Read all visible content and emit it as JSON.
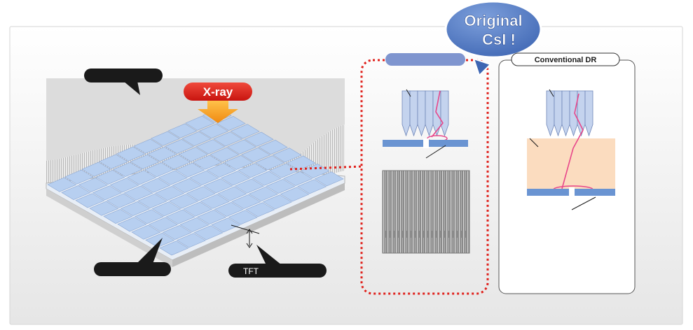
{
  "xray_label": "X-ray",
  "bubble_text": [
    "Original",
    "CsI !"
  ],
  "conventional_label": "Conventional DR",
  "tft_label": "TFT",
  "colors": {
    "xray_red": "#e0201b",
    "arrow_orange": "#f39a1e",
    "dotted_red": "#e0201b",
    "bubble_blue": "#5b7fc6",
    "crystal_blue": "#b9c9e6",
    "electrode_blue": "#6a94d2",
    "peach": "#fbdcbf",
    "pink_path": "#e8468a",
    "callout_black": "#1a1a1a"
  },
  "icons": [
    "xray-arrow-icon",
    "speech-bubble-icon"
  ]
}
